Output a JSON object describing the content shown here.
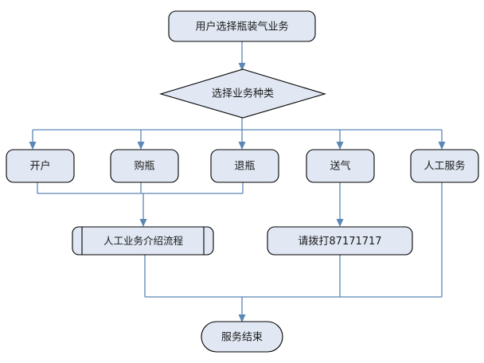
{
  "diagram": {
    "type": "flowchart",
    "title_visible": false,
    "background_color": "#ffffff",
    "node_fill_color": "#e1e8f4",
    "node_border_color": "#000000",
    "connector_color": "#5b87b5",
    "nodes": [
      {
        "id": "start",
        "shape": "rounded-rectangle",
        "label": "用户选择瓶装气业务"
      },
      {
        "id": "decision",
        "shape": "diamond",
        "label": "选择业务种类"
      },
      {
        "id": "open-account",
        "shape": "rounded-rectangle",
        "label": "开户"
      },
      {
        "id": "buy-bottle",
        "shape": "rounded-rectangle",
        "label": "购瓶"
      },
      {
        "id": "return-bottle",
        "shape": "rounded-rectangle",
        "label": "退瓶"
      },
      {
        "id": "deliver-gas",
        "shape": "rounded-rectangle",
        "label": "送气"
      },
      {
        "id": "manual-service",
        "shape": "rounded-rectangle",
        "label": "人工服务"
      },
      {
        "id": "manual-intro",
        "shape": "predefined-process",
        "label": "人工业务介绍流程"
      },
      {
        "id": "call-number",
        "shape": "rounded-rectangle",
        "label": "请拨打87171717"
      },
      {
        "id": "end",
        "shape": "terminator",
        "label": "服务结束"
      }
    ],
    "edges": [
      {
        "from": "start",
        "to": "decision",
        "arrow": true
      },
      {
        "from": "decision",
        "to": "open-account",
        "arrow": true
      },
      {
        "from": "decision",
        "to": "buy-bottle",
        "arrow": true
      },
      {
        "from": "decision",
        "to": "return-bottle",
        "arrow": true
      },
      {
        "from": "decision",
        "to": "deliver-gas",
        "arrow": true
      },
      {
        "from": "decision",
        "to": "manual-service",
        "arrow": true
      },
      {
        "from": "open-account",
        "to": "manual-intro",
        "arrow": true
      },
      {
        "from": "buy-bottle",
        "to": "manual-intro",
        "arrow": true
      },
      {
        "from": "return-bottle",
        "to": "manual-intro",
        "arrow": true
      },
      {
        "from": "deliver-gas",
        "to": "call-number",
        "arrow": true
      },
      {
        "from": "manual-intro",
        "to": "end",
        "arrow": true
      },
      {
        "from": "call-number",
        "to": "end",
        "arrow": true
      },
      {
        "from": "manual-service",
        "to": "end",
        "arrow": true
      }
    ]
  }
}
